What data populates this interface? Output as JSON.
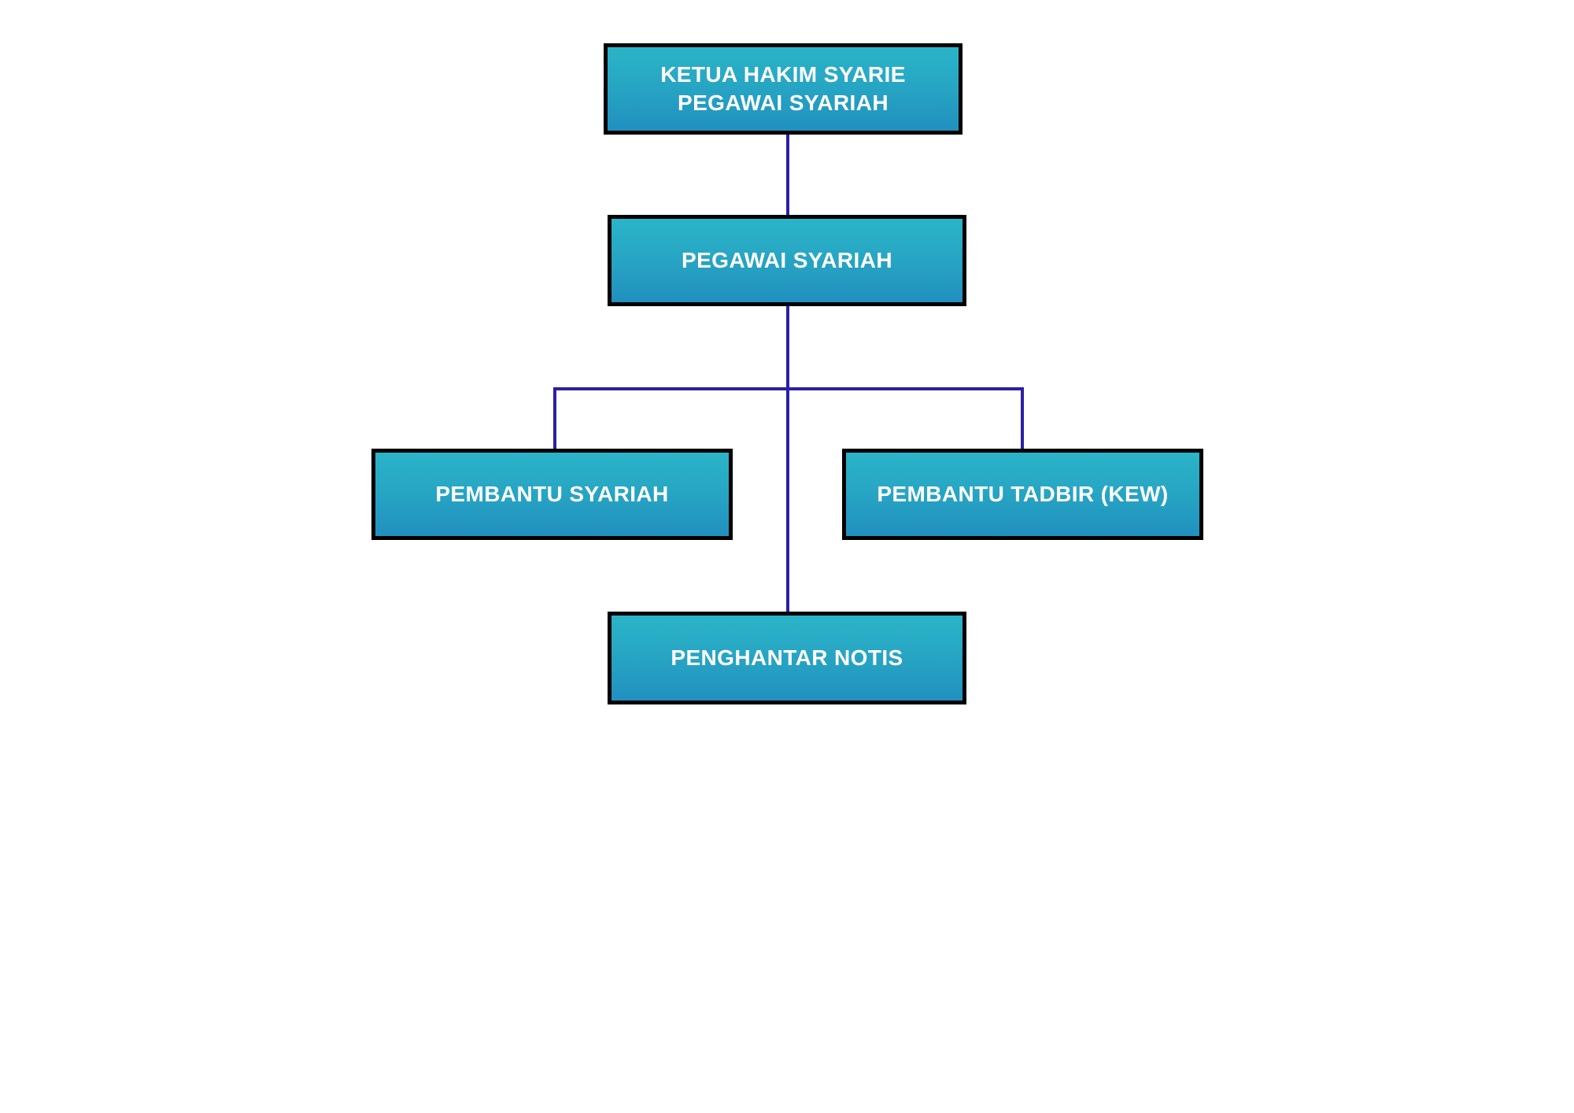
{
  "chart": {
    "type": "org-chart",
    "title": "",
    "background_color": "#ffffff",
    "node_fill_top": "#2ab4c8",
    "node_fill_bottom": "#2190bf",
    "node_border_color": "#000000",
    "node_text_color": "#ffffff",
    "connector_color": "#2a20a8",
    "nodes": [
      {
        "id": "ketua-hakim-syarie",
        "level": 1,
        "line1": "KETUA HAKIM SYARIE",
        "line2": "PEGAWAI SYARIAH"
      },
      {
        "id": "pegawai-syariah",
        "level": 2,
        "label": "PEGAWAI SYARIAH"
      },
      {
        "id": "pembantu-syariah",
        "level": 3,
        "label": "PEMBANTU SYARIAH"
      },
      {
        "id": "pembantu-tadbir-kew",
        "level": 3,
        "label": "PEMBANTU TADBIR (KEW)"
      },
      {
        "id": "penghantar-notis",
        "level": 4,
        "label": "PENGHANTAR NOTIS"
      }
    ],
    "edges": [
      {
        "from": "ketua-hakim-syarie",
        "to": "pegawai-syariah"
      },
      {
        "from": "pegawai-syariah",
        "to": "pembantu-syariah"
      },
      {
        "from": "pegawai-syariah",
        "to": "pembantu-tadbir-kew"
      },
      {
        "from": "pegawai-syariah",
        "to": "penghantar-notis"
      }
    ]
  }
}
